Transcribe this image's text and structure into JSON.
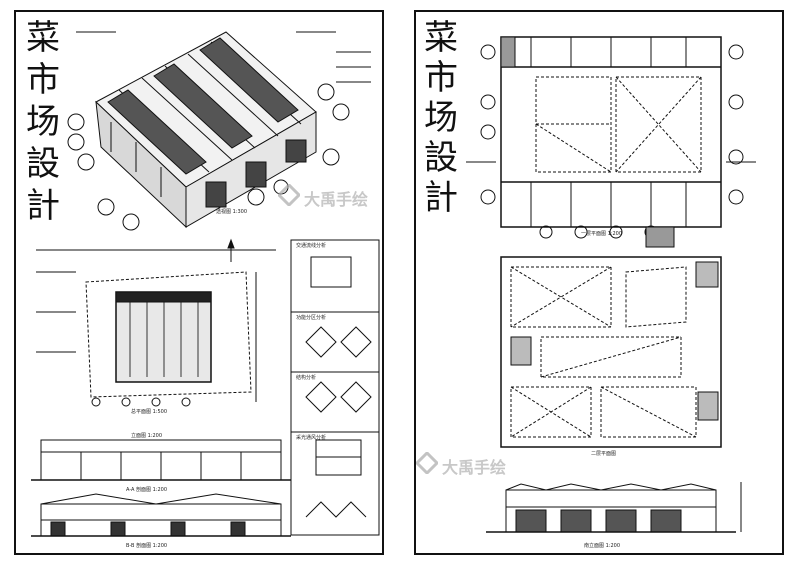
{
  "left_board": {
    "title": [
      "菜",
      "市",
      "场",
      "設",
      "計"
    ],
    "caption_perspective": "透视图 1:300",
    "caption_site": "总平面图 1:500",
    "caption_elev1": "立面图 1:200",
    "caption_sec1": "A-A 剖面图 1:200",
    "caption_sec2": "B-B 剖面图 1:200",
    "analysis_1": "交通流线分析",
    "analysis_2": "功能分区分析",
    "analysis_3": "结构分析",
    "analysis_4": "采光通风分析"
  },
  "right_board": {
    "title": [
      "菜",
      "市",
      "场",
      "設",
      "計"
    ],
    "caption_plan1": "一层平面图 1:200",
    "caption_plan2": "二层平面图",
    "caption_elev": "南立面图 1:200"
  },
  "watermark": "大禹手绘",
  "colors": {
    "ink": "#111111",
    "paper": "#ffffff",
    "watermark": "#aaaaaa"
  }
}
